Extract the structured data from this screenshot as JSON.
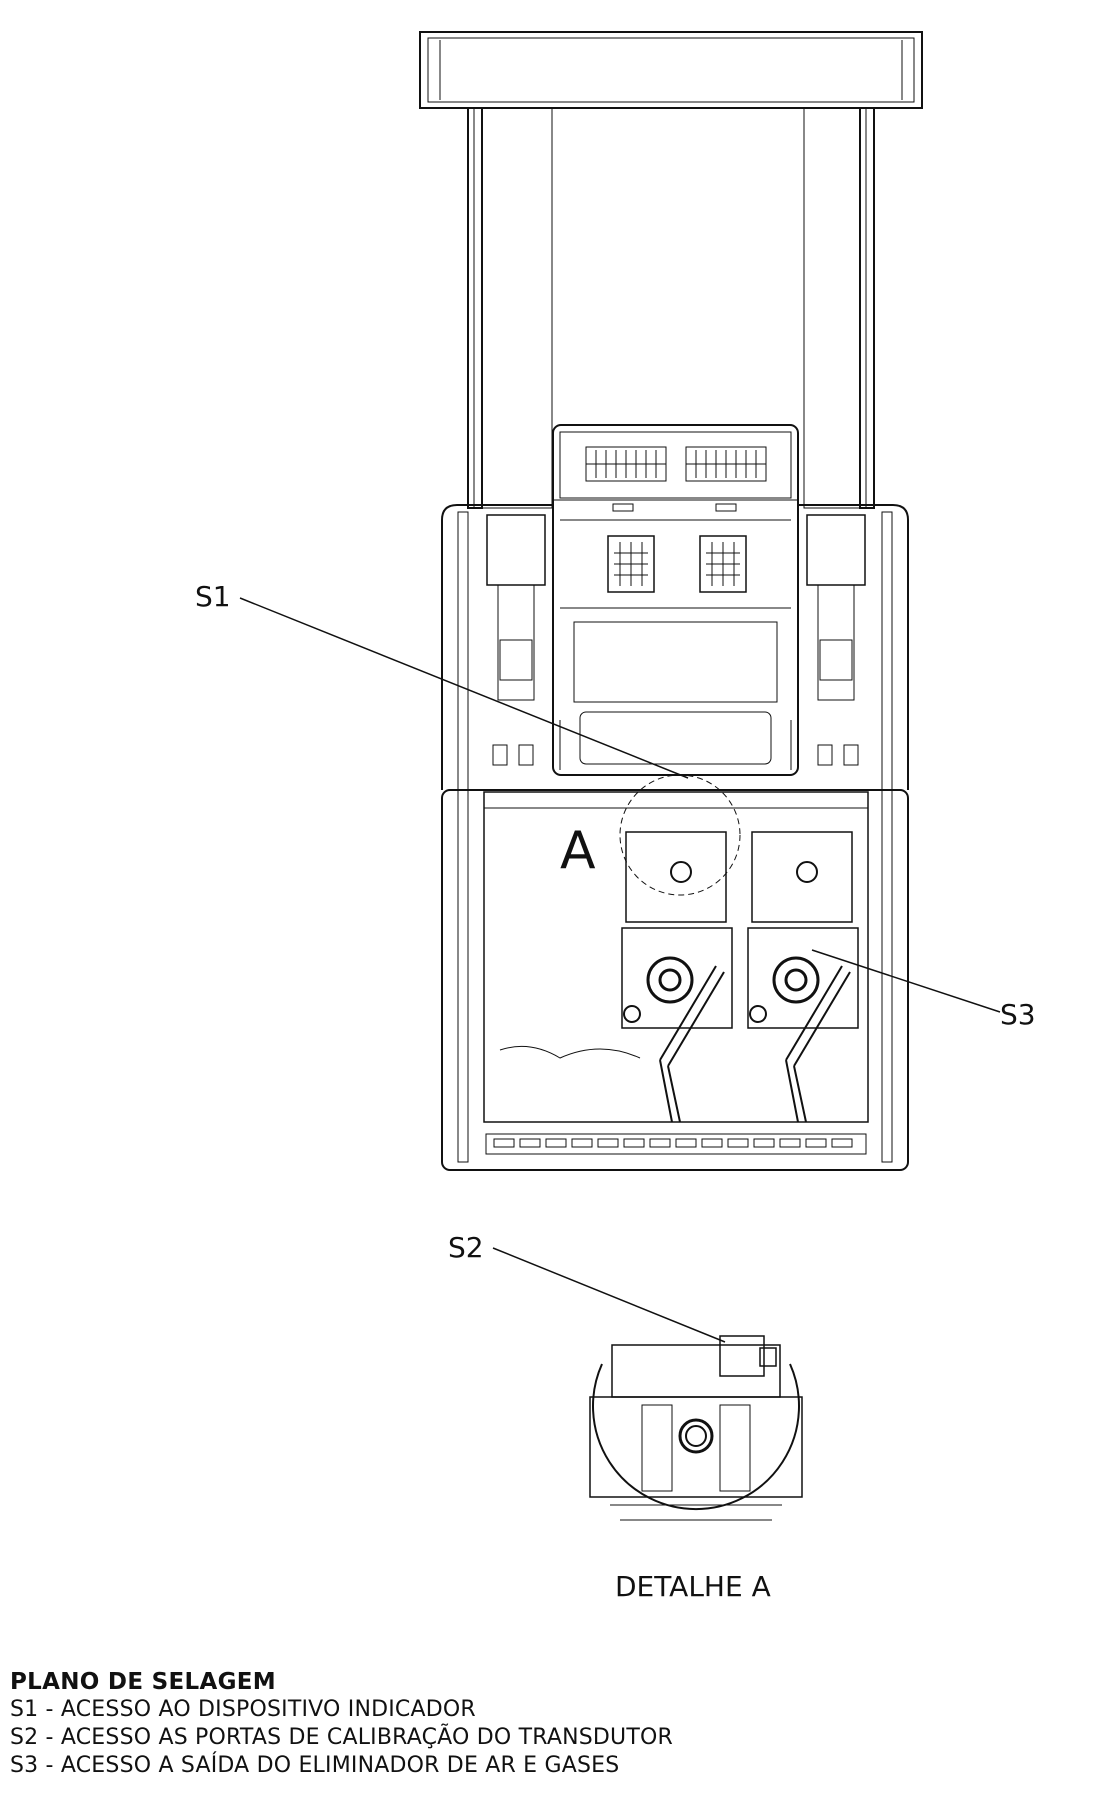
{
  "callouts": {
    "s1": "S1",
    "s2": "S2",
    "s3": "S3",
    "detail_letter": "A"
  },
  "detail_caption": "DETALHE A",
  "legend": {
    "title": "PLANO DE SELAGEM",
    "items": [
      "S1 - ACESSO AO DISPOSITIVO INDICADOR",
      "S2 - ACESSO AS PORTAS DE CALIBRAÇÃO DO TRANSDUTOR",
      "S3 - ACESSO A SAÍDA DO ELIMINADOR DE AR E GASES"
    ]
  },
  "colors": {
    "line": "#111111",
    "paper": "#ffffff"
  }
}
